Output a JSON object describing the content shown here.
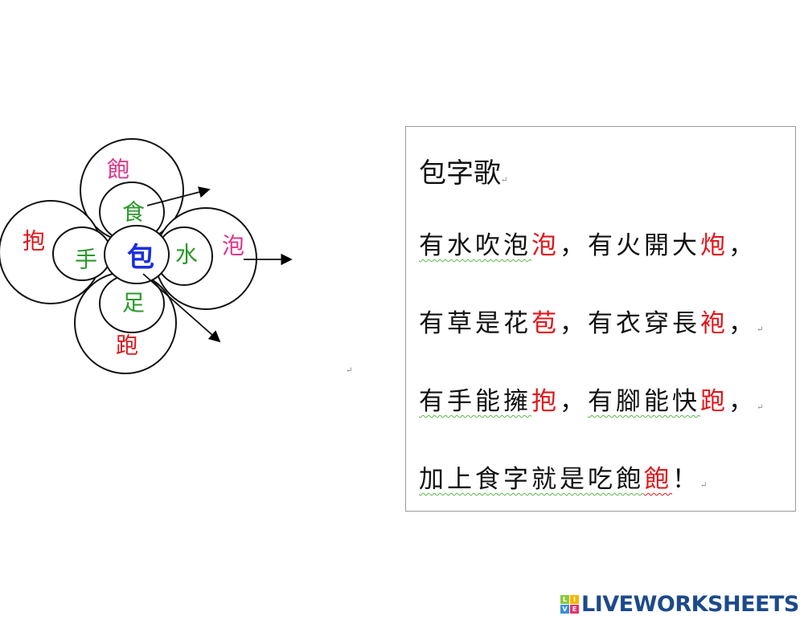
{
  "diagram": {
    "center": "包",
    "inner": {
      "top": "食",
      "left": "手",
      "right": "水",
      "bottom": "足"
    },
    "outer": {
      "top": "飽",
      "left": "抱",
      "right": "泡",
      "bottom": "跑"
    },
    "colors": {
      "center": "#1a2ee0",
      "inner": "#2a9a2a",
      "outer_pink": "#e0368a",
      "outer_red": "#e0161b"
    }
  },
  "poem": {
    "title": "包字歌",
    "lines": [
      {
        "a": "有水吹泡",
        "a_red": "泡",
        "b": "有火開大",
        "b_red": "炮"
      },
      {
        "a": "有草是花",
        "a_red": "苞",
        "b": "有衣穿長",
        "b_red": "袍"
      },
      {
        "a": "有手能擁",
        "a_red": "抱",
        "b": "有腳能快",
        "b_red": "跑"
      }
    ],
    "last": {
      "text": "加上食字就是吃飽",
      "red": "飽",
      "end": "！"
    },
    "comma": "，",
    "return_mark": "↵"
  },
  "footer": {
    "brand": "LIVEWORKSHEETS",
    "logo_letters": [
      "L",
      "I",
      "V",
      "E"
    ]
  }
}
